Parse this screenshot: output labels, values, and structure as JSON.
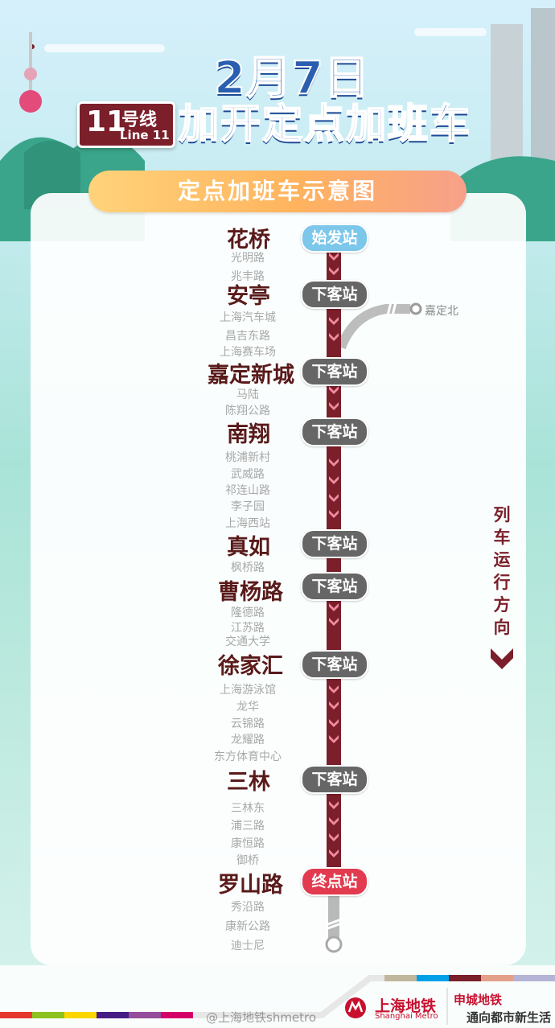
{
  "title": {
    "date": "2月7日",
    "line_number": "11",
    "line_cn": "号线",
    "line_en": "Line 11",
    "main": "加开定点加班车"
  },
  "banner": "定点加班车示意图",
  "direction": [
    "列",
    "车",
    "运",
    "行",
    "方",
    "向"
  ],
  "branch": {
    "label": "嘉定北"
  },
  "tags": {
    "start": "始发站",
    "alight": "下客站",
    "terminal": "终点站"
  },
  "stations": [
    {
      "name": "花桥",
      "tag": "始发站",
      "type": "start"
    },
    {
      "name": "安亭",
      "tag": "下客站",
      "type": "alight"
    },
    {
      "name": "嘉定新城",
      "tag": "下客站",
      "type": "alight"
    },
    {
      "name": "南翔",
      "tag": "下客站",
      "type": "alight"
    },
    {
      "name": "真如",
      "tag": "下客站",
      "type": "alight"
    },
    {
      "name": "曹杨路",
      "tag": "下客站",
      "type": "alight"
    },
    {
      "name": "徐家汇",
      "tag": "下客站",
      "type": "alight"
    },
    {
      "name": "三林",
      "tag": "下客站",
      "type": "alight"
    },
    {
      "name": "罗山路",
      "tag": "终点站",
      "type": "terminal"
    }
  ],
  "minor_stations": [
    "光明路",
    "兆丰路",
    "上海汽车城",
    "昌吉东路",
    "上海赛车场",
    "马陆",
    "陈翔公路",
    "桃浦新村",
    "武威路",
    "祁连山路",
    "李子园",
    "上海西站",
    "枫桥路",
    "隆德路",
    "江苏路",
    "交通大学",
    "上海游泳馆",
    "龙华",
    "云锦路",
    "龙耀路",
    "东方体育中心",
    "三林东",
    "浦三路",
    "康恒路",
    "御桥",
    "秀沿路",
    "康新公路",
    "迪士尼"
  ],
  "footer": {
    "logo_cn": "上海地铁",
    "logo_en": "Shanghai Metro",
    "slogan_line1": "申城地铁",
    "slogan_line2": "通向都市新生活",
    "weibo": "@上海地铁shmetro"
  },
  "colors": {
    "line": "#7b1f2a",
    "title_blue": "#2a5fb0",
    "start_tag": "#7cc7ea",
    "alight_tag": "#666666",
    "terminal_tag": "#e23a4e"
  }
}
